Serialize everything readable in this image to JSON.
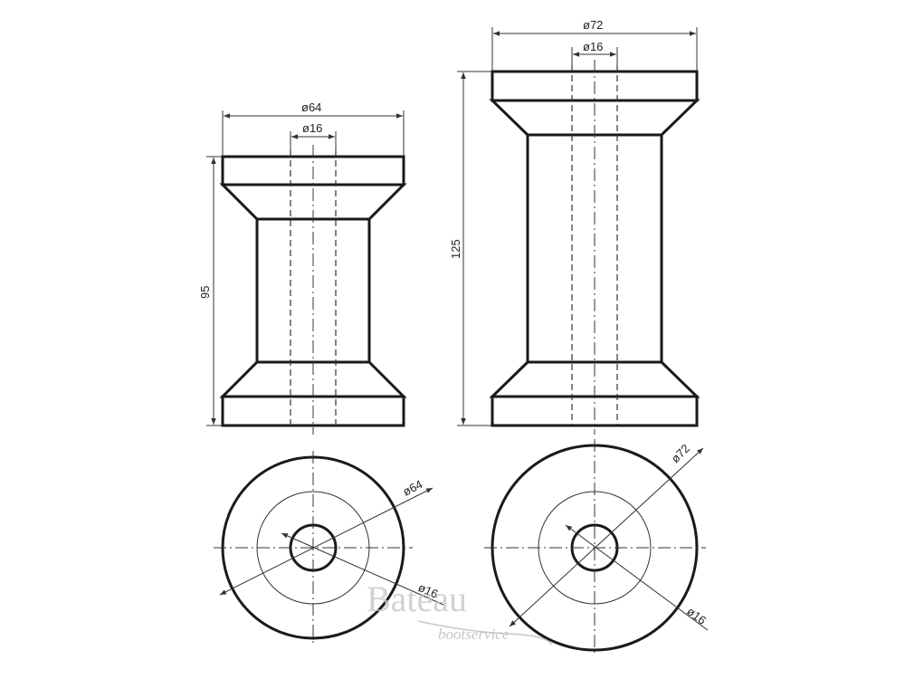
{
  "small_roller": {
    "outer_diameter": "ø64",
    "bore_diameter": "ø16",
    "height": "95",
    "top_view": {
      "outer_diameter": "ø64",
      "bore_diameter": "ø16"
    }
  },
  "large_roller": {
    "outer_diameter": "ø72",
    "bore_diameter": "ø16",
    "height": "125",
    "top_view": {
      "outer_diameter": "ø72",
      "bore_diameter": "ø16"
    }
  },
  "watermark": {
    "brand": "Bateau",
    "tagline": "bootservice"
  },
  "colors": {
    "line": "#1a1a1a",
    "watermark": "#c8c8c8"
  }
}
